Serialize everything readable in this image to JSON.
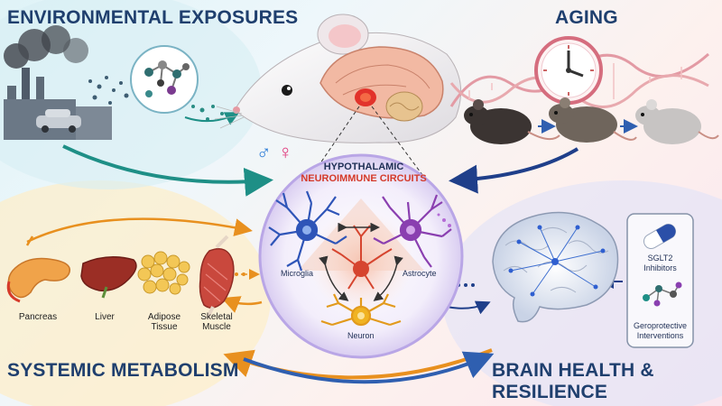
{
  "sections": {
    "environmental": "ENVIRONMENTAL EXPOSURES",
    "aging": "AGING",
    "systemic": "SYSTEMIC METABOLISM",
    "brain": "BRAIN HEALTH & RESILIENCE"
  },
  "center": {
    "title_line1": "HYPOTHALAMIC",
    "title_line2": "NEUROIMMUNE CIRCUITS",
    "cells": {
      "microglia": "Microglia",
      "astrocyte": "Astrocyte",
      "neuron": "Neuron"
    }
  },
  "organs": {
    "pancreas": "Pancreas",
    "liver": "Liver",
    "adipose_line1": "Adipose",
    "adipose_line2": "Tissue",
    "muscle_line1": "Skeletal",
    "muscle_line2": "Muscle"
  },
  "interventions": {
    "sglt2_line1": "SGLT2",
    "sglt2_line2": "Inhibitors",
    "gero_line1": "Geroprotective",
    "gero_line2": "Interventions"
  },
  "symbols": {
    "male": "♂",
    "female": "♀"
  },
  "colors": {
    "title_navy": "#1f3f6e",
    "accent_red": "#d43a2a",
    "male_blue": "#2b7bd6",
    "female_pink": "#e0357a",
    "arrow_teal": "#1e8f86",
    "arrow_orange": "#e8901f",
    "arrow_navy": "#1f3f8a"
  }
}
